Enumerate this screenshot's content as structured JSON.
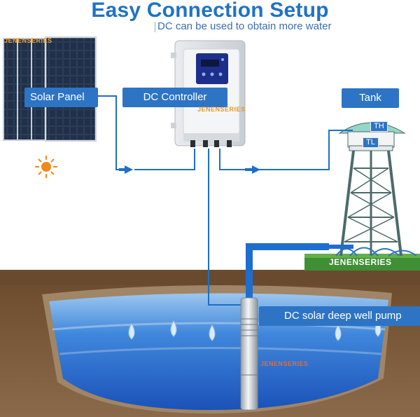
{
  "title": "Easy Connection Setup",
  "subtitle": "DC can be used to obtain more water",
  "labels": {
    "solar_panel": "Solar Panel",
    "dc_controller": "DC Controller",
    "tank": "Tank",
    "pump": "DC solar deep well pump",
    "tank_high": "TH",
    "tank_low": "TL"
  },
  "brand_text": "JENENSERIES",
  "colors": {
    "title_blue": "#1f73c4",
    "label_bg": "#2d74c5",
    "wire_blue": "#1d6fc8",
    "soil": "#7a5a3c",
    "water": "#1f63c9",
    "tower": "#4c6a6a",
    "sun": "#f08a1c"
  }
}
